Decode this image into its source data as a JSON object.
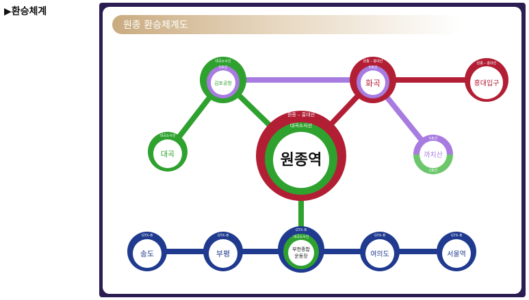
{
  "page": {
    "heading": "▶환승체계"
  },
  "diagram": {
    "title": "원종 환승체계도",
    "colors": {
      "green": "#2ea12e",
      "red": "#b21f35",
      "purple": "#a77be0",
      "navy": "#1f3a8f",
      "frame": "#2b1d52"
    },
    "stations": {
      "wonjong": {
        "name": "원종역",
        "outer_tag": "원종 – 홍대선",
        "inner_tag": "대곡소사선"
      },
      "gimpo": {
        "name": "김포공항",
        "tag_top": "대곡소사선",
        "tag_sub": "5호선"
      },
      "hwagok": {
        "name": "화곡",
        "tag_top": "원종 – 홍대선",
        "tag_sub": "5호선"
      },
      "hongdae": {
        "name": "홍대입구",
        "tag_top": "원종 – 홍대선"
      },
      "daegok": {
        "name": "대곡",
        "tag_top": "대곡소사선"
      },
      "kkachisan": {
        "name": "까치산",
        "tag_top": "5호선",
        "tag_bottom": "2호선"
      },
      "songdo": {
        "name": "송도",
        "tag_top": "GTX–B"
      },
      "bupyeong": {
        "name": "부평",
        "tag_top": "GTX–B"
      },
      "bucheon": {
        "name_line1": "부천종합",
        "name_line2": "운동장",
        "tag_top": "GTX–B",
        "tag_sub": "대곡소사선"
      },
      "yeouido": {
        "name": "여의도",
        "tag_top": "GTX–B"
      },
      "seoul": {
        "name": "서울역",
        "tag_top": "GTX–B"
      }
    }
  }
}
